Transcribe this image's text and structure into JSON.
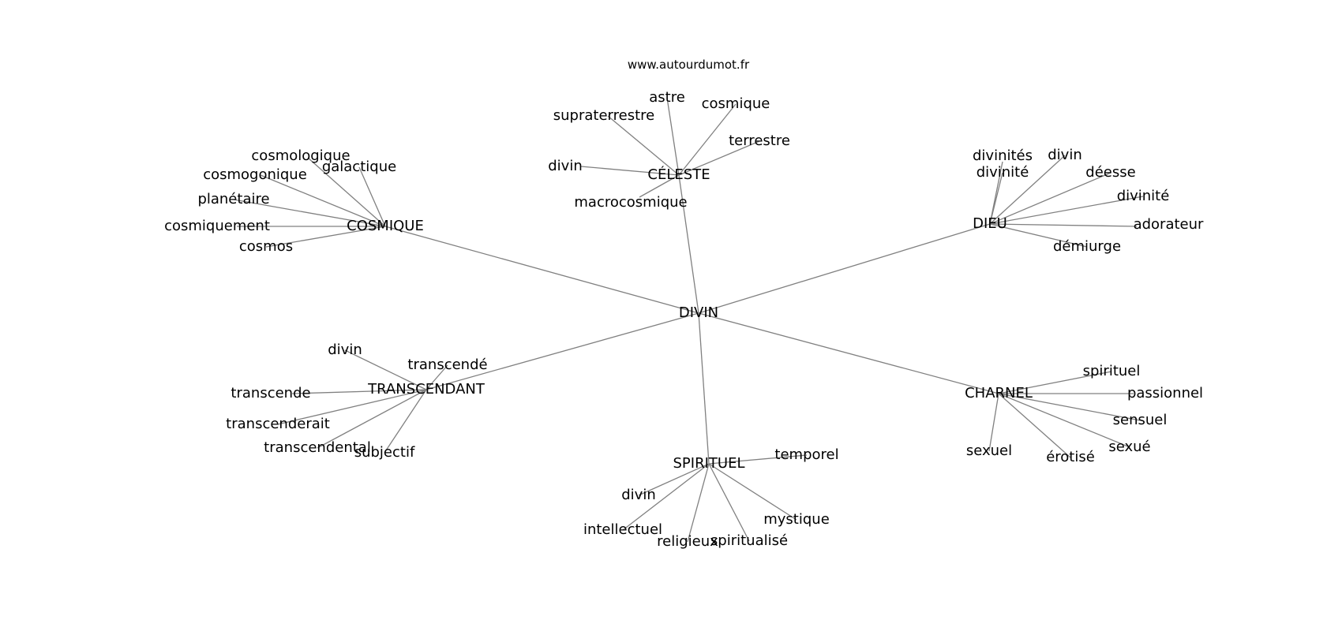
{
  "source": "www.autourdumot.fr",
  "graph": {
    "center": "DIVIN",
    "clusters": [
      {
        "hub": "CÉLESTE",
        "terms": [
          "astre",
          "cosmique",
          "supraterrestre",
          "terrestre",
          "divin",
          "macrocosmique"
        ]
      },
      {
        "hub": "COSMIQUE",
        "terms": [
          "cosmologique",
          "galactique",
          "cosmogonique",
          "planétaire",
          "cosmiquement",
          "cosmos"
        ]
      },
      {
        "hub": "DIEU",
        "terms": [
          "divinités",
          "divin",
          "divinité",
          "déesse",
          "divinité",
          "adorateur",
          "démiurge"
        ]
      },
      {
        "hub": "TRANSCENDANT",
        "terms": [
          "divin",
          "transcendé",
          "transcende",
          "transcenderait",
          "transcendental",
          "subjectif"
        ]
      },
      {
        "hub": "SPIRITUEL",
        "terms": [
          "temporel",
          "divin",
          "intellectuel",
          "mystique",
          "religieux",
          "spiritualisé"
        ]
      },
      {
        "hub": "CHARNEL",
        "terms": [
          "spirituel",
          "passionnel",
          "sensuel",
          "sexué",
          "sexuel",
          "érotisé"
        ]
      }
    ]
  },
  "colors": {
    "edge": "#808080",
    "text": "#000000",
    "background": "#ffffff"
  }
}
